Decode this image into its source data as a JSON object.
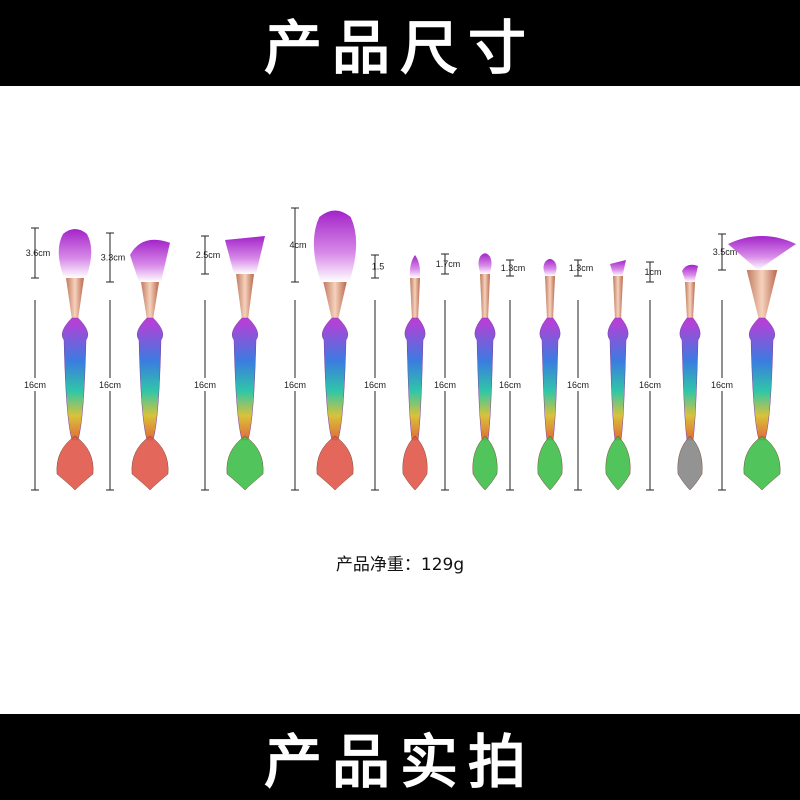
{
  "header": {
    "title": "产品尺寸"
  },
  "footer": {
    "title": "产品实拍"
  },
  "weight": {
    "label": "产品净重：",
    "value": "129g"
  },
  "brushes": [
    {
      "head_label": "3.6cm",
      "handle_label": "16cm",
      "head": "round",
      "head_color": "#a324c9",
      "base_color": "#e0584a"
    },
    {
      "head_label": "3.3cm",
      "handle_label": "16cm",
      "head": "angled",
      "head_color": "#a324c9",
      "base_color": "#e0584a"
    },
    {
      "head_label": "2.5cm",
      "handle_label": "16cm",
      "head": "flat",
      "head_color": "#a324c9",
      "base_color": "#3fbf4a"
    },
    {
      "head_label": "4cm",
      "handle_label": "16cm",
      "head": "big",
      "head_color": "#a324c9",
      "base_color": "#e0584a"
    },
    {
      "head_label": "1.5",
      "handle_label": "16cm",
      "head": "point",
      "head_color": "#a324c9",
      "base_color": "#e0584a"
    },
    {
      "head_label": "1.7cm",
      "handle_label": "16cm",
      "head": "small",
      "head_color": "#a324c9",
      "base_color": "#3fbf4a"
    },
    {
      "head_label": "1.3cm",
      "handle_label": "16cm",
      "head": "small",
      "head_color": "#a324c9",
      "base_color": "#3fbf4a"
    },
    {
      "head_label": "1.3cm",
      "handle_label": "16cm",
      "head": "flat-small",
      "head_color": "#a324c9",
      "base_color": "#3fbf4a"
    },
    {
      "head_label": "1cm",
      "handle_label": "16cm",
      "head": "angled-small",
      "head_color": "#a324c9",
      "base_color": "#888888"
    },
    {
      "head_label": "3.5cm",
      "handle_label": "16cm",
      "head": "fan",
      "head_color": "#a324c9",
      "base_color": "#3fbf4a"
    }
  ]
}
